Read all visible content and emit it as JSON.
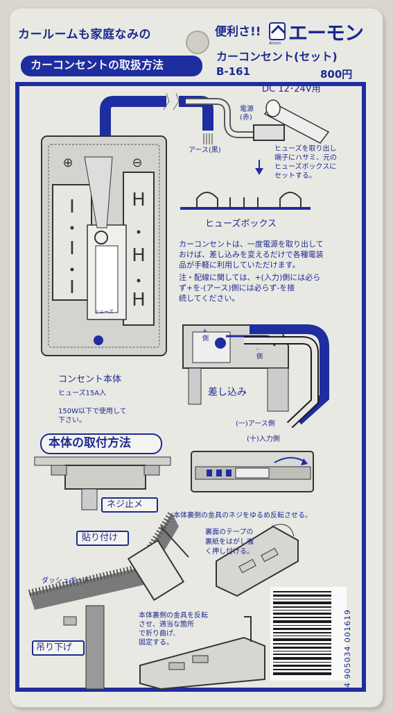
{
  "header": {
    "tagline": "カールームも家庭なみの",
    "tagline_suffix": "便利さ!!",
    "brand_small": "Amon",
    "brand": "エーモン",
    "title": "カーコンセントの取扱方法",
    "product_name": "カーコンセント(セット)",
    "model": "B-161",
    "price": "800円",
    "voltage": "DC 12･24V用"
  },
  "wiring": {
    "power_label": "電源\n(赤)",
    "earth_label": "アース(黒)",
    "fuse_note": "ヒューズを取り出し\n端子にハサミ、元の\nヒューズボックスに\nセットする。",
    "fuse_box_label": "ヒューズボックス",
    "fuse_small": "ヒューズ"
  },
  "description": {
    "para1": "カーコンセントは、一度電源を取り出して\nおけば、差し込みを変えるだけで各種電装\n品が手軽に利用していただけます。",
    "para2": "注・配線に関しては、+(入力)側には必ら\nず+を-(アース)側には必らず-を接\n続してください。"
  },
  "outlet": {
    "body_label": "コンセント本体",
    "fuse_rating": "ヒューズ15A入",
    "usage_note": "150W以下で使用して\n下さい。",
    "plug_label": "差し込み",
    "plus_side": "+\n側",
    "minus_side": "-\n側",
    "earth_side": "(一)アース側",
    "input_side": "(十)入力側"
  },
  "mounting": {
    "heading": "本体の取付方法",
    "screw_label": "ネジ止メ",
    "bracket_note": "本体裏側の金具のネジをゆるめ反転させる。",
    "adhesive_label": "貼り付け",
    "tape_note": "裏面のテープの\n裏紙をはがし強\nく押し付ける。",
    "dashboard_label": "ダッシュボード",
    "hang_label": "吊り下げ",
    "hang_note": "本体裏側の金具を反転\nさせ、適当な箇所\nで折り曲げ、\n固定する。"
  },
  "barcode": {
    "number": "4 905034 001619"
  },
  "colors": {
    "ink": "#1c2a8f",
    "band": "#1e2da0",
    "card": "#e9e9e4"
  }
}
